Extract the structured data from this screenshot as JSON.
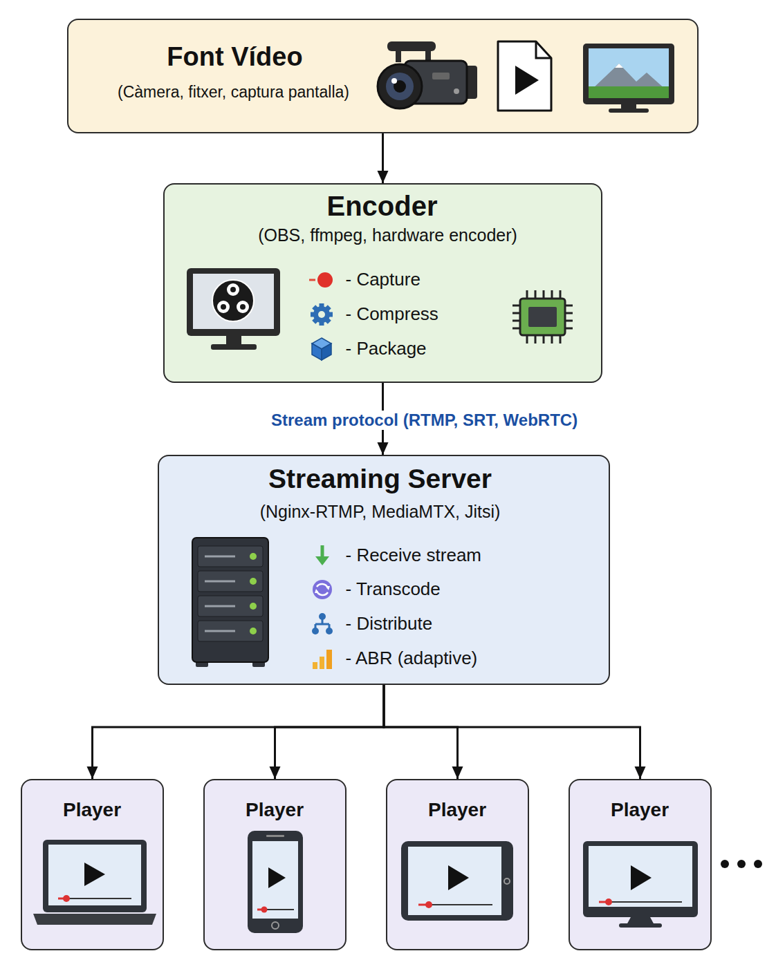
{
  "diagram": {
    "nodes": [
      {
        "text": [
          "Font Vídeo",
          "(Càmera, fitxer, captura pantalla)"
        ]
      },
      {
        "text": [
          "Encoder",
          "(OBS, ffmpeg, hardware encoder)",
          "- Capture",
          "- Compress",
          "- Package"
        ]
      },
      {
        "text": [
          "Streaming Server",
          "(Nginx-RTMP, MediaMTX, Jitsi)",
          "- Receive stream",
          "- Transcode",
          "- Distribute",
          "- ABR (adaptive)"
        ]
      },
      {
        "text": [
          "Player"
        ]
      },
      {
        "text": [
          "Player"
        ]
      },
      {
        "text": [
          "Player"
        ]
      },
      {
        "text": [
          "Player"
        ]
      }
    ],
    "edges": [
      {
        "from": 0,
        "to": 1,
        "arrow": "to"
      },
      {
        "from": 1,
        "to": 2,
        "arrow": "to",
        "label": "Stream protocol (RTMP, SRT, WebRTC)"
      },
      {
        "from": 2,
        "to": 3,
        "arrow": "to"
      },
      {
        "from": 2,
        "to": 4,
        "arrow": "to"
      },
      {
        "from": 2,
        "to": 5,
        "arrow": "to"
      },
      {
        "from": 2,
        "to": 6,
        "arrow": "to"
      }
    ]
  }
}
